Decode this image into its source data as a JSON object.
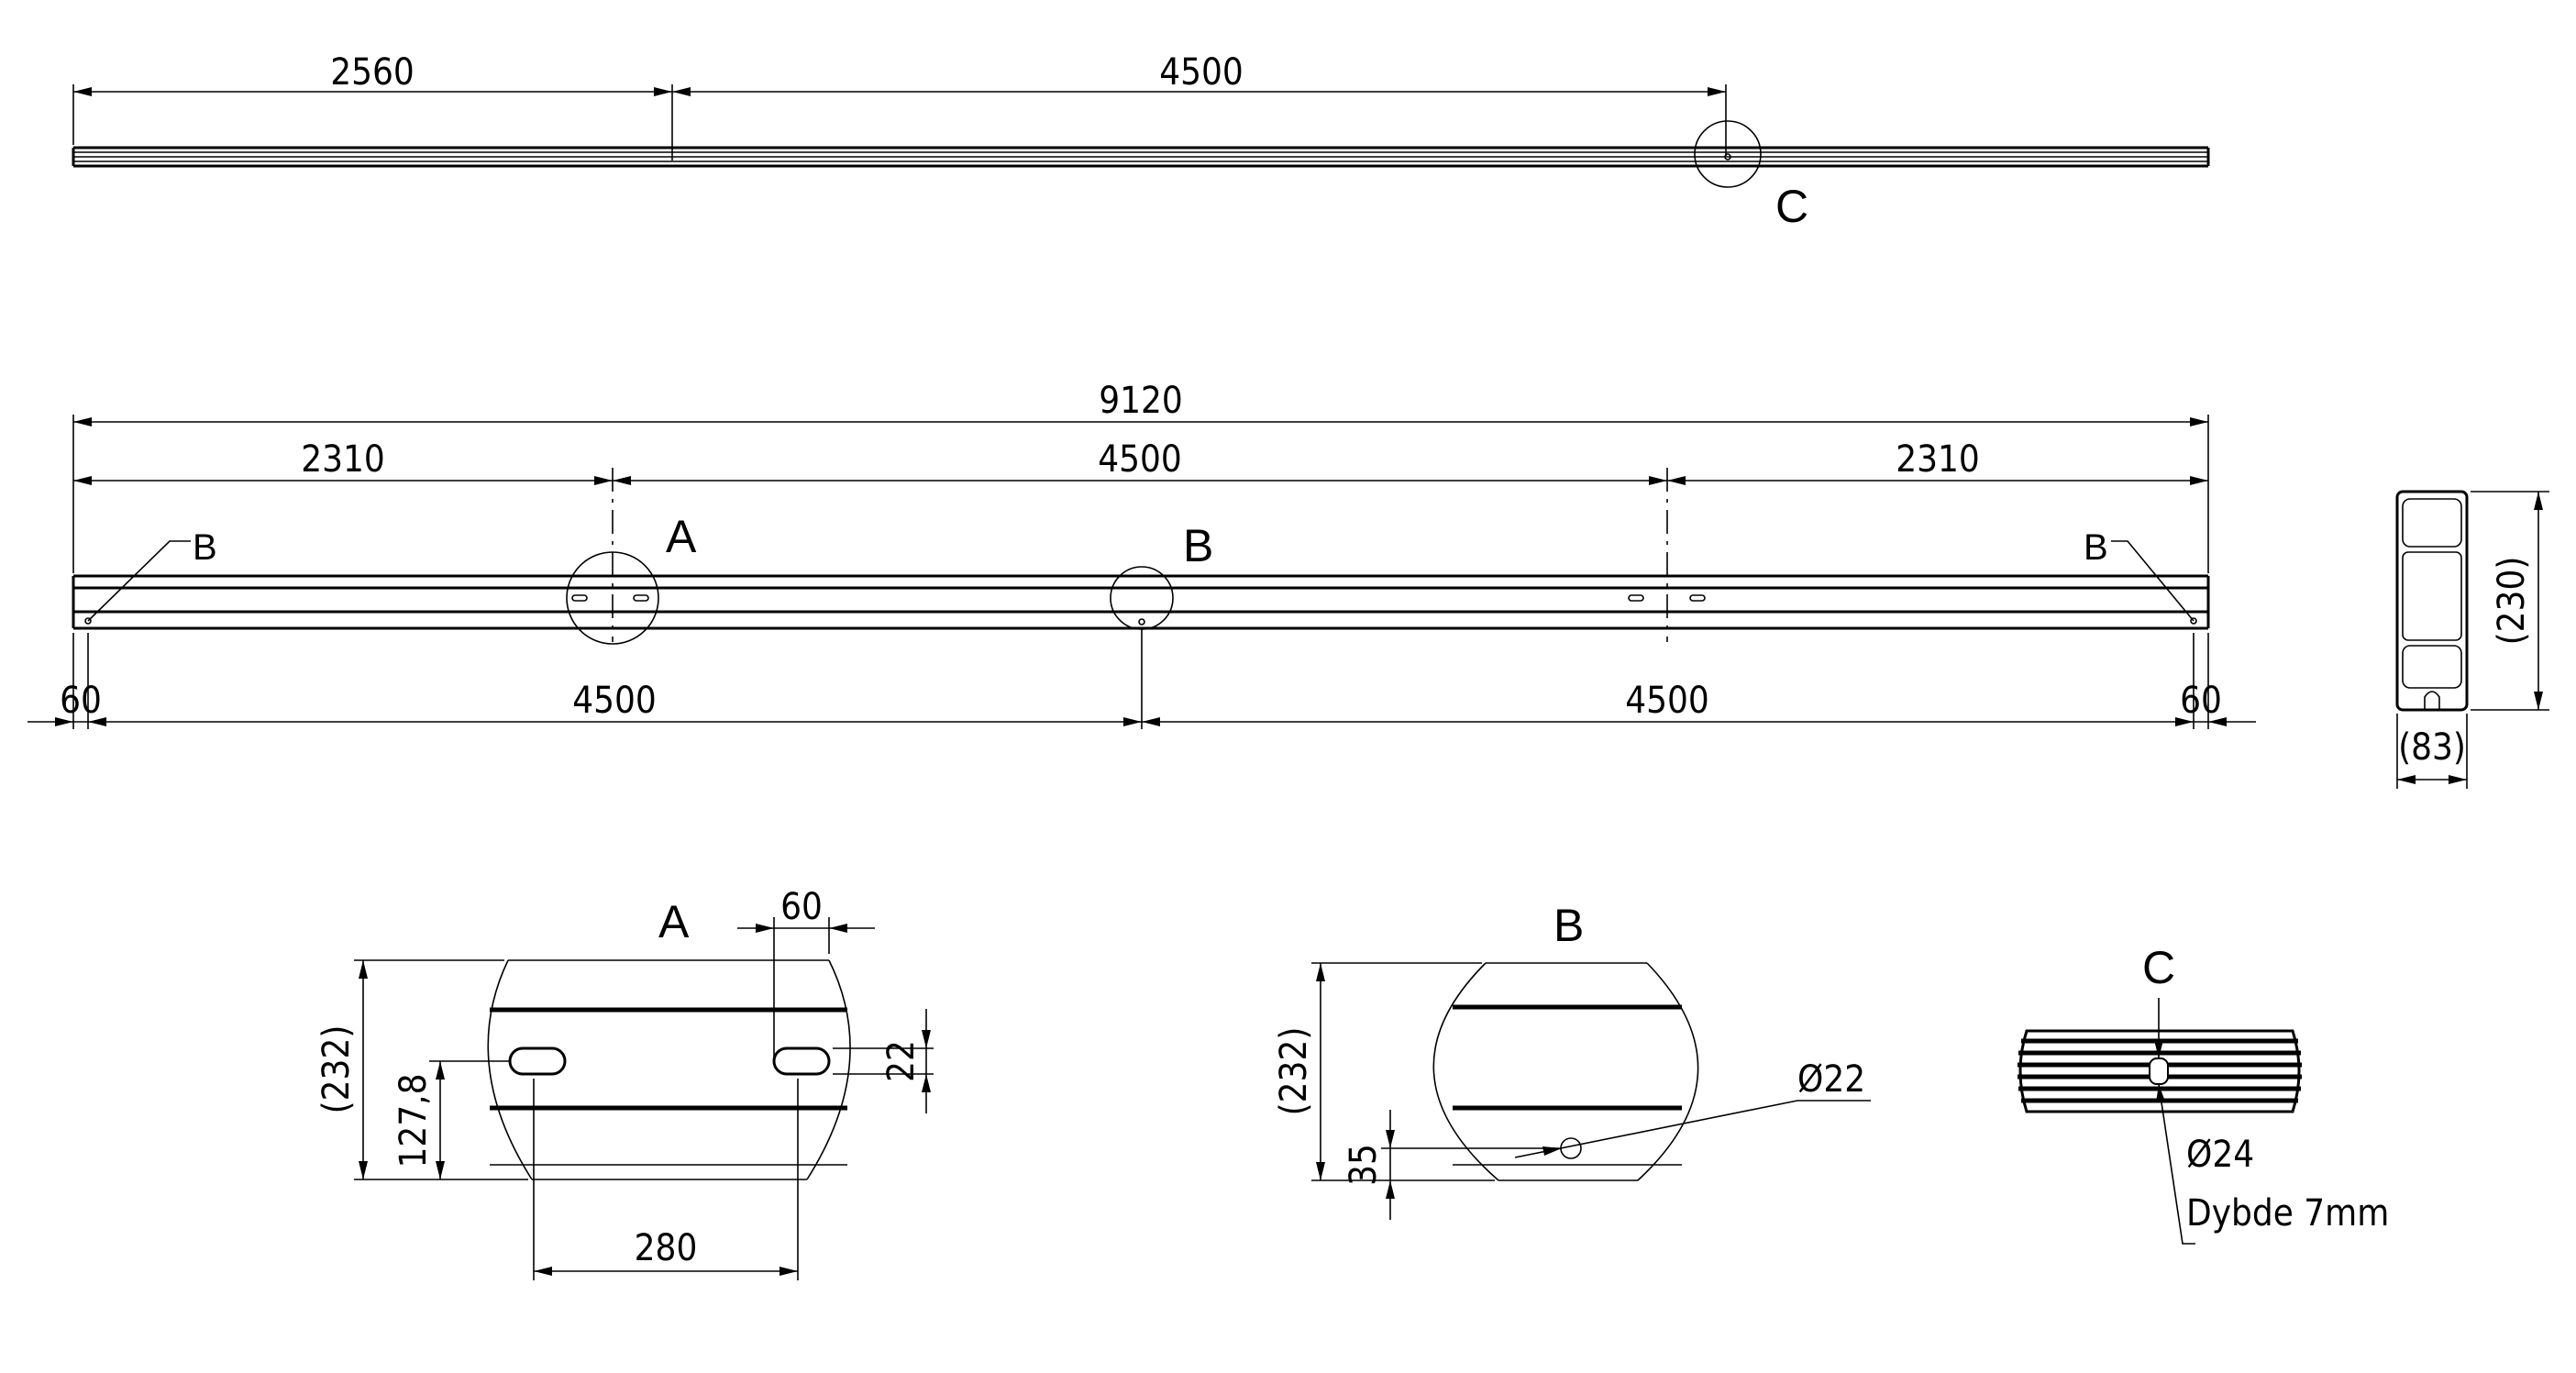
{
  "top_view": {
    "dim_left": "2560",
    "dim_right": "4500",
    "detail_label": "C"
  },
  "side_view": {
    "dim_overall": "9120",
    "dim_left": "2310",
    "dim_center": "4500",
    "dim_right": "2310",
    "dim_bottom_left_end": "60",
    "dim_bottom_left": "4500",
    "dim_bottom_right": "4500",
    "dim_bottom_right_end": "60",
    "detail_a_label": "A",
    "detail_b_label": "B",
    "end_label_left": "B",
    "end_label_right": "B"
  },
  "section_view": {
    "dim_height": "(230)",
    "dim_width": "(83)"
  },
  "detail_a": {
    "title": "A",
    "dim_slot_offset": "60",
    "dim_height": "(232)",
    "dim_slot_height": "127,8",
    "dim_slot_width": "22",
    "dim_slot_spacing": "280"
  },
  "detail_b": {
    "title": "B",
    "dim_height": "(232)",
    "dim_hole_height": "35",
    "dim_hole_diameter": "Ø22"
  },
  "detail_c": {
    "title": "C",
    "dim_diameter": "Ø24",
    "depth_note": "Dybde 7mm"
  }
}
